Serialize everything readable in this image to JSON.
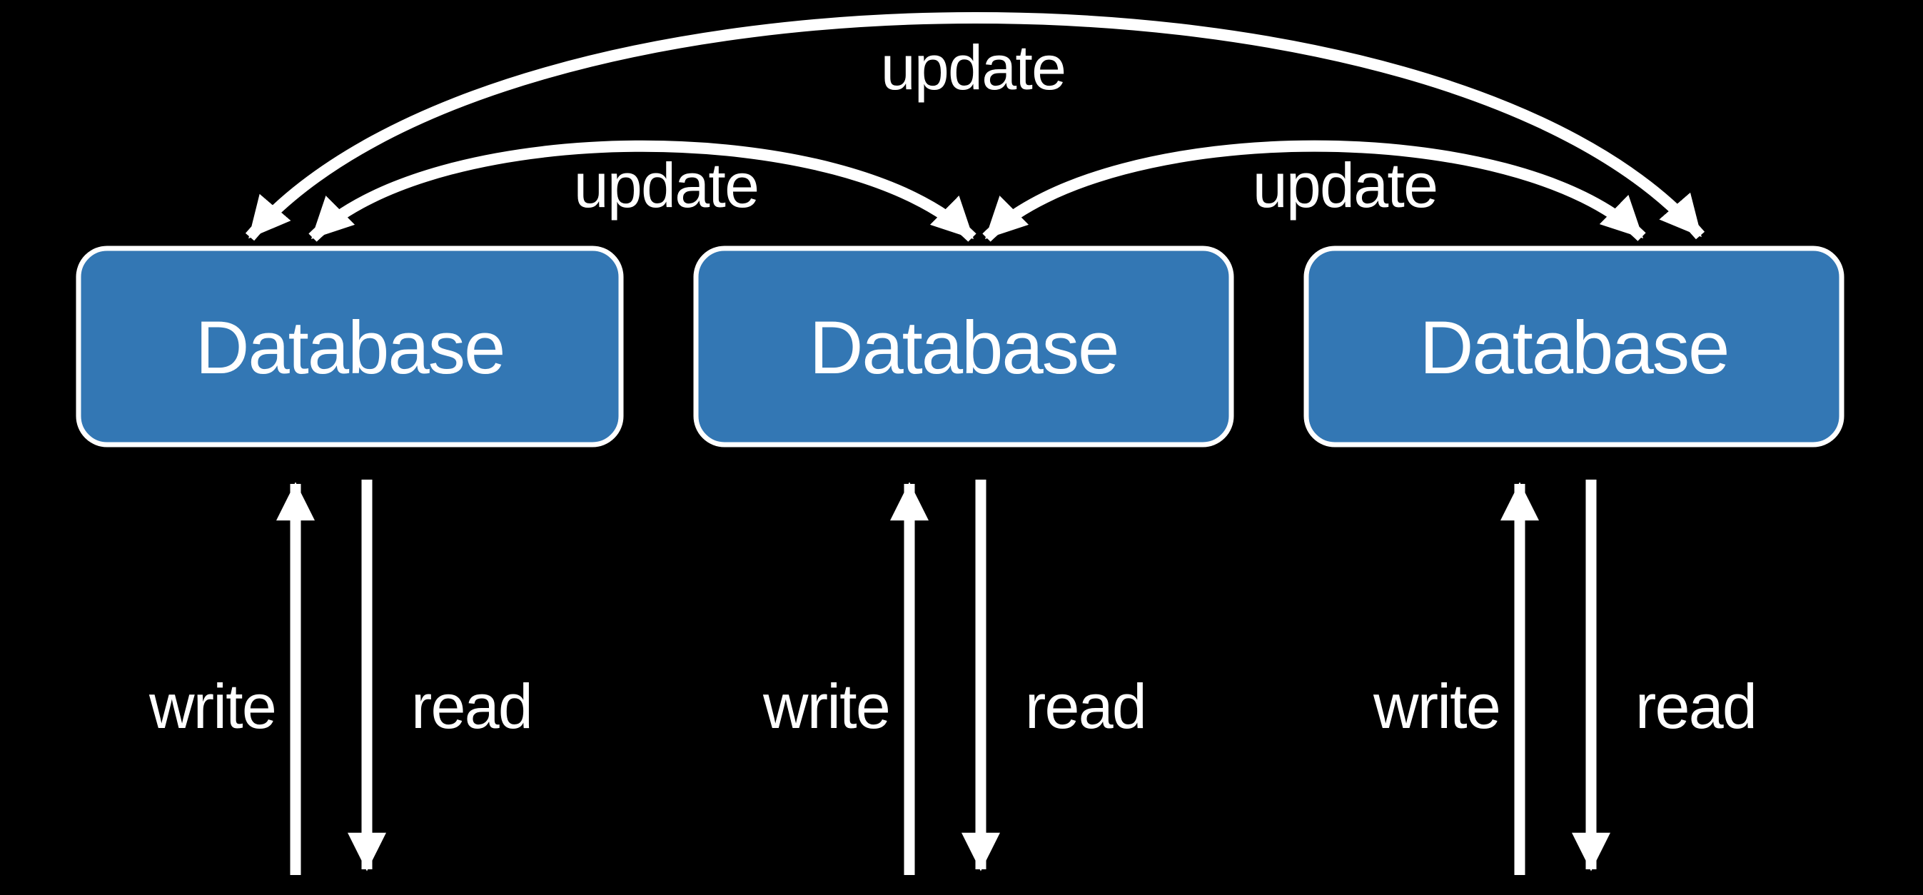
{
  "diagram": {
    "kind": "multi-master-database-replication",
    "colors": {
      "background": "#000000",
      "node_fill": "#3377b4",
      "node_border": "#ffffff",
      "arrow": "#ffffff",
      "text": "#ffffff"
    },
    "nodes": [
      {
        "id": "database-left",
        "label": "Database"
      },
      {
        "id": "database-middle",
        "label": "Database"
      },
      {
        "id": "database-right",
        "label": "Database"
      }
    ],
    "update_arcs": [
      {
        "id": "arc-left-right",
        "from": "database-left",
        "to": "database-right",
        "label": "update",
        "bidirectional": true
      },
      {
        "id": "arc-left-middle",
        "from": "database-left",
        "to": "database-middle",
        "label": "update",
        "bidirectional": true
      },
      {
        "id": "arc-middle-right",
        "from": "database-middle",
        "to": "database-right",
        "label": "update",
        "bidirectional": true
      }
    ],
    "io_arrows": [
      {
        "node": "database-left",
        "write_label": "write",
        "read_label": "read"
      },
      {
        "node": "database-middle",
        "write_label": "write",
        "read_label": "read"
      },
      {
        "node": "database-right",
        "write_label": "write",
        "read_label": "read"
      }
    ]
  }
}
